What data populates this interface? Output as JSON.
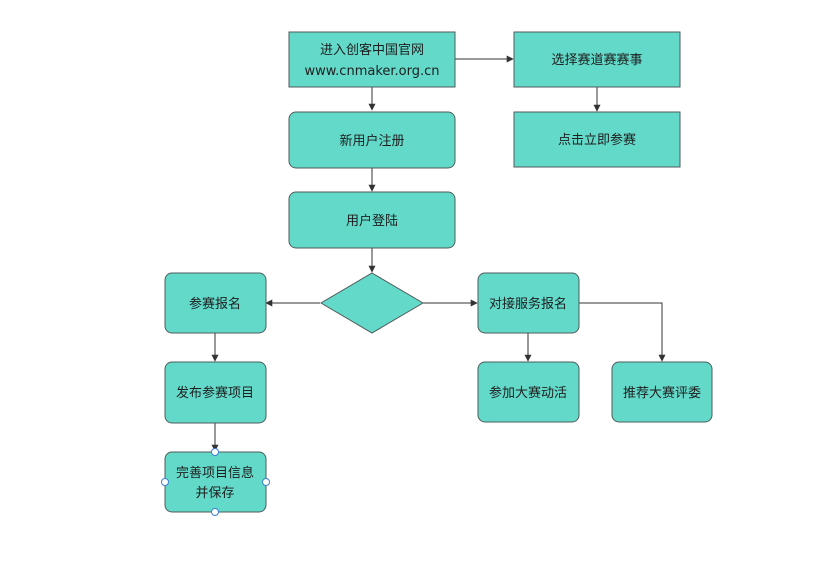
{
  "colors": {
    "node_fill": "#63d9c9",
    "node_border": "#4f5b5a",
    "edge": "#333333",
    "selection_handle": "#3d7fd6"
  },
  "nodes": {
    "enter_site": {
      "line1": "进入创客中国官网",
      "line2": "www.cnmaker.org.cn"
    },
    "choose_track": {
      "text": "选择赛道赛赛事"
    },
    "click_join": {
      "text": "点击立即参赛"
    },
    "register": {
      "text": "新用户注册"
    },
    "login": {
      "text": "用户登陆"
    },
    "decision": {
      "text": ""
    },
    "sign_up": {
      "text": "参赛报名"
    },
    "publish": {
      "text": "发布参赛项目"
    },
    "complete": {
      "line1": "完善项目信息",
      "line2": "并保存"
    },
    "service": {
      "text": "对接服务报名"
    },
    "activities": {
      "text": "参加大赛动活"
    },
    "recommend": {
      "text": "推荐大赛评委"
    }
  }
}
